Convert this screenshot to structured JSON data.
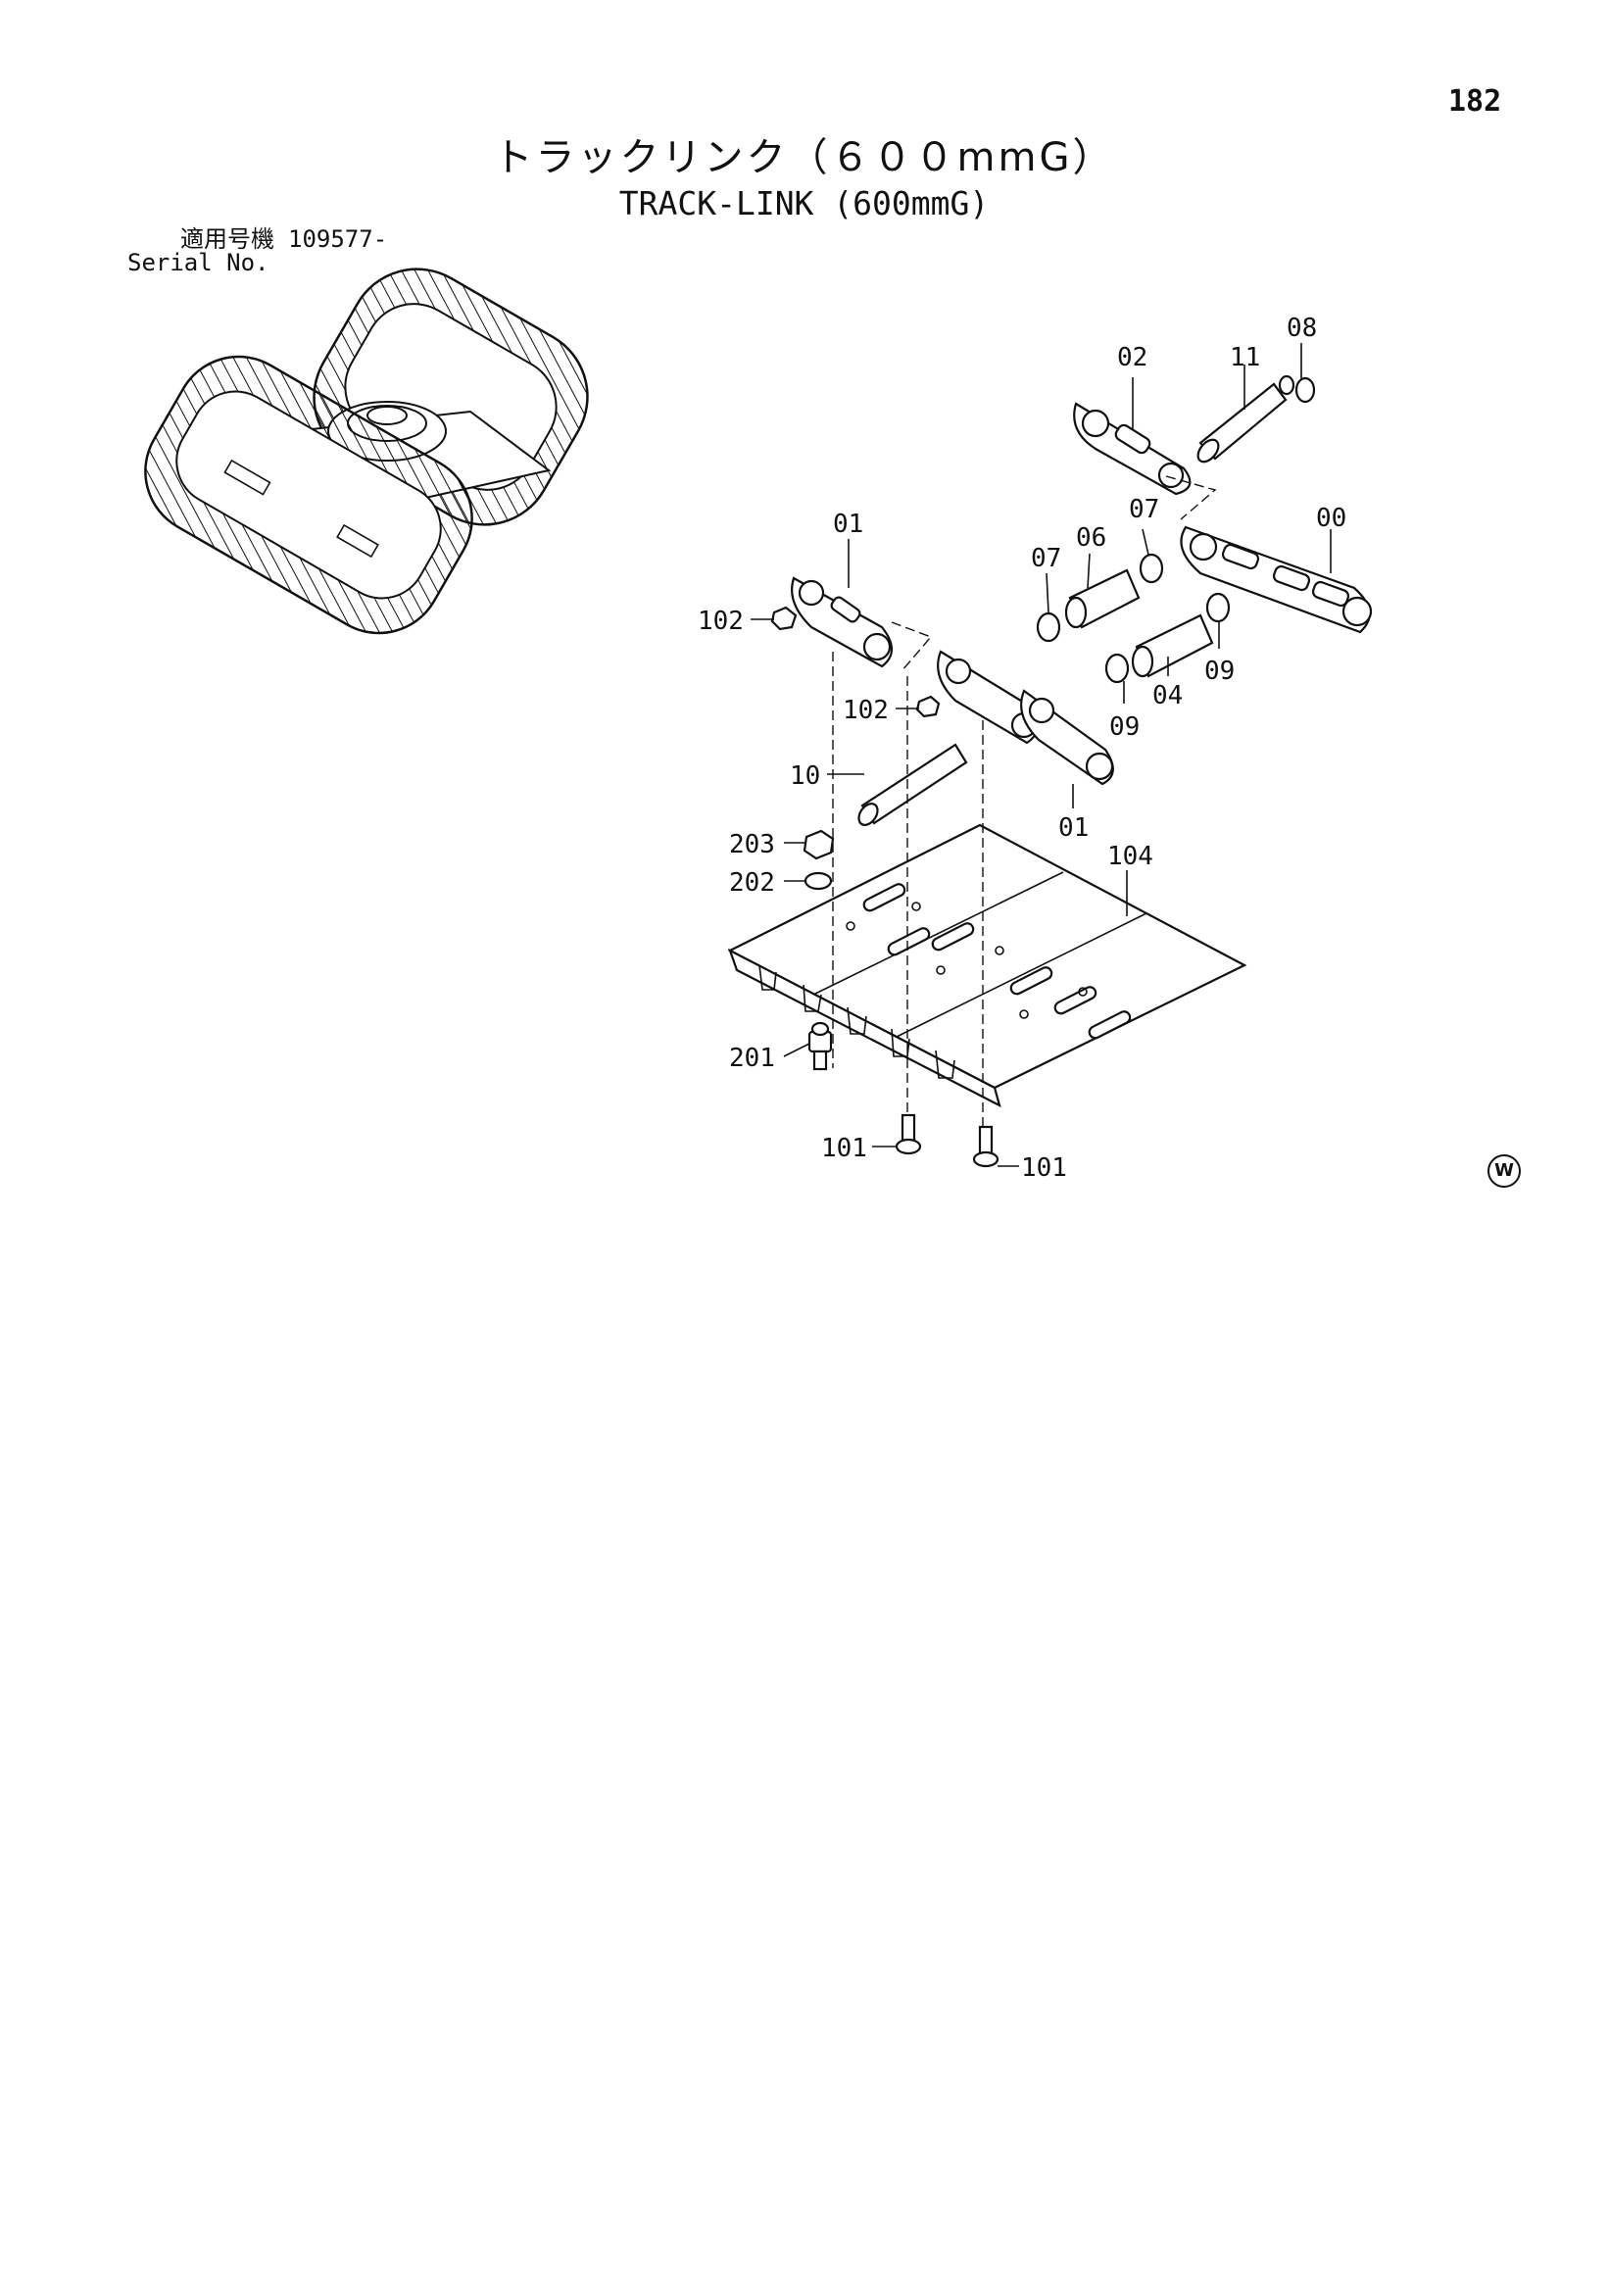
{
  "page": {
    "number": "182"
  },
  "header": {
    "title_jp": "トラックリンク（６００mmG）",
    "title_en": "TRACK-LINK (600mmG)"
  },
  "serial": {
    "label_jp": "適用号機",
    "value": "109577-",
    "label_en": "Serial No."
  },
  "callouts": {
    "c00": "00",
    "c01a": "01",
    "c01b": "01",
    "c02": "02",
    "c04": "04",
    "c06": "06",
    "c07a": "07",
    "c07b": "07",
    "c08": "08",
    "c09a": "09",
    "c09b": "09",
    "c10": "10",
    "c11": "11",
    "c101a": "101",
    "c101b": "101",
    "c102a": "102",
    "c102b": "102",
    "c104": "104",
    "c201": "201",
    "c202": "202",
    "c203": "203"
  },
  "watermark": {
    "symbol": "W"
  }
}
